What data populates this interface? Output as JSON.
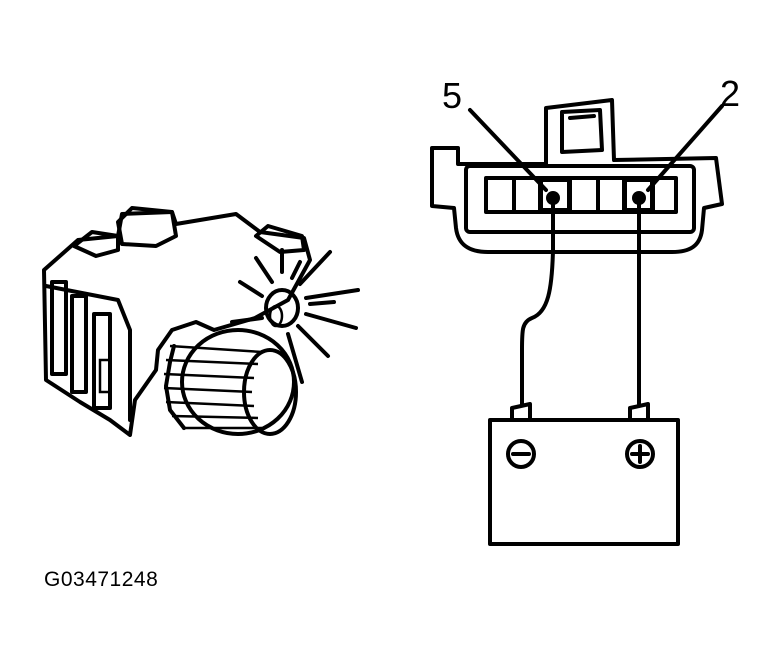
{
  "labels": {
    "pin_a": "5",
    "pin_b": "2",
    "negative": "−",
    "positive": "+"
  },
  "figure_code": "G03471248",
  "colors": {
    "ink": "#000000",
    "paper": "#ffffff"
  },
  "icons": [
    "switch-knob-icon",
    "light-glow-icon",
    "battery-icon",
    "connector-icon"
  ]
}
